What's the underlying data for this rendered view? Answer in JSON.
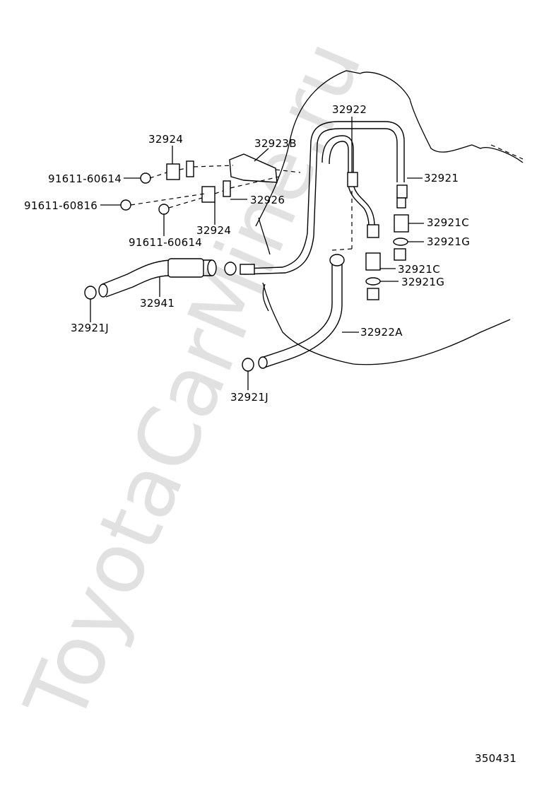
{
  "diagram": {
    "watermark": "ToyotaCarMine.ru",
    "figure_number": "350431",
    "labels": [
      {
        "id": "l1",
        "text": "32922"
      },
      {
        "id": "l2",
        "text": "32924"
      },
      {
        "id": "l3",
        "text": "32923B"
      },
      {
        "id": "l4",
        "text": "32921"
      },
      {
        "id": "l5",
        "text": "91611-60614"
      },
      {
        "id": "l6",
        "text": "32926"
      },
      {
        "id": "l7",
        "text": "91611-60816"
      },
      {
        "id": "l8",
        "text": "32921C"
      },
      {
        "id": "l9",
        "text": "32924"
      },
      {
        "id": "l10",
        "text": "32921G"
      },
      {
        "id": "l11",
        "text": "91611-60614"
      },
      {
        "id": "l12",
        "text": "32921C"
      },
      {
        "id": "l13",
        "text": "32921G"
      },
      {
        "id": "l14",
        "text": "32941"
      },
      {
        "id": "l15",
        "text": "32921J"
      },
      {
        "id": "l16",
        "text": "32922A"
      },
      {
        "id": "l17",
        "text": "32921J"
      }
    ]
  }
}
